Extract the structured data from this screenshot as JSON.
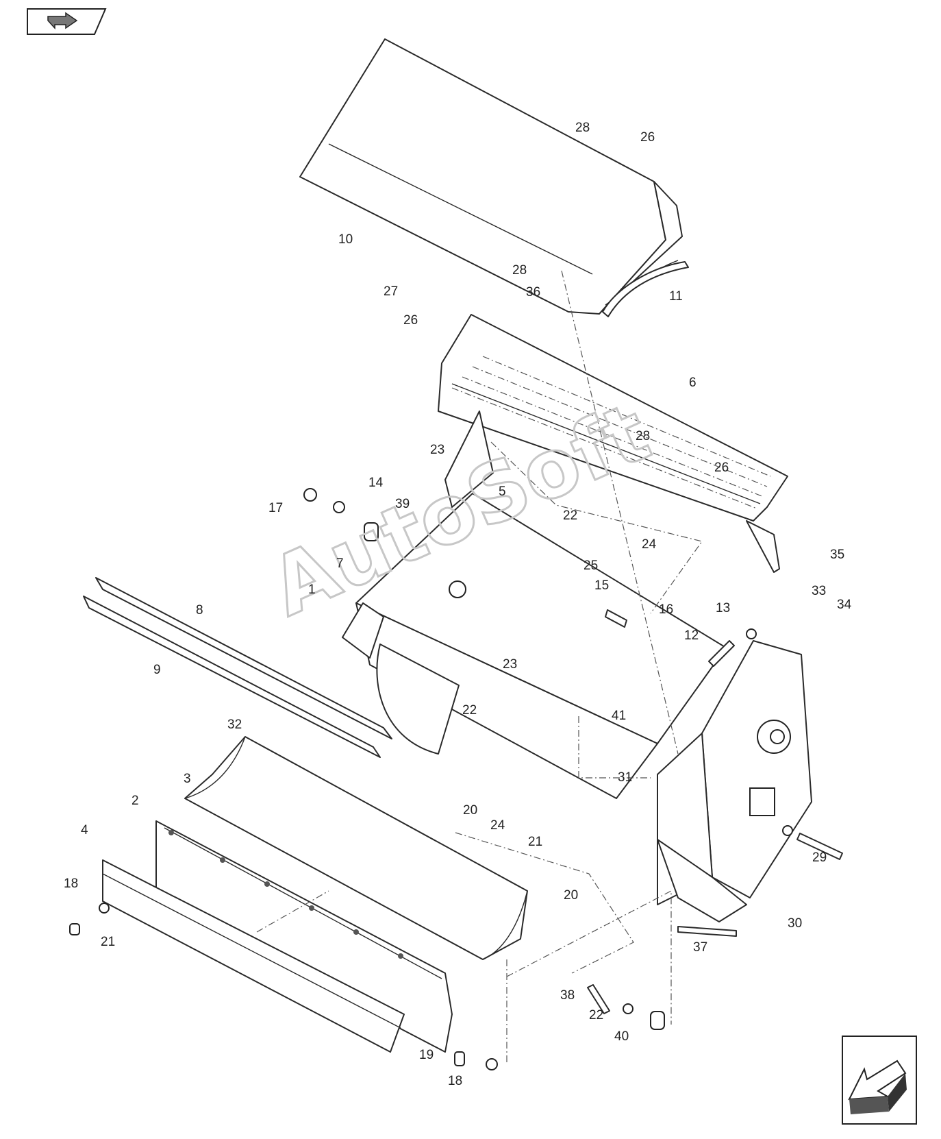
{
  "diagram": {
    "callouts": [
      {
        "id": "c28a",
        "text": "28"
      },
      {
        "id": "c26a",
        "text": "26"
      },
      {
        "id": "c10",
        "text": "10"
      },
      {
        "id": "c28b",
        "text": "28"
      },
      {
        "id": "c27",
        "text": "27"
      },
      {
        "id": "c36",
        "text": "36"
      },
      {
        "id": "c11",
        "text": "11"
      },
      {
        "id": "c26b",
        "text": "26"
      },
      {
        "id": "c6",
        "text": "6"
      },
      {
        "id": "c28c",
        "text": "28"
      },
      {
        "id": "c26c",
        "text": "26"
      },
      {
        "id": "c23a",
        "text": "23"
      },
      {
        "id": "c14",
        "text": "14"
      },
      {
        "id": "c17",
        "text": "17"
      },
      {
        "id": "c39",
        "text": "39"
      },
      {
        "id": "c5",
        "text": "5"
      },
      {
        "id": "c22a",
        "text": "22"
      },
      {
        "id": "c24a",
        "text": "24"
      },
      {
        "id": "c7",
        "text": "7"
      },
      {
        "id": "c25",
        "text": "25"
      },
      {
        "id": "c35",
        "text": "35"
      },
      {
        "id": "c15",
        "text": "15"
      },
      {
        "id": "c33",
        "text": "33"
      },
      {
        "id": "c1",
        "text": "1"
      },
      {
        "id": "c34",
        "text": "34"
      },
      {
        "id": "c16",
        "text": "16"
      },
      {
        "id": "c13",
        "text": "13"
      },
      {
        "id": "c8",
        "text": "8"
      },
      {
        "id": "c12",
        "text": "12"
      },
      {
        "id": "c9",
        "text": "9"
      },
      {
        "id": "c23b",
        "text": "23"
      },
      {
        "id": "c22b",
        "text": "22"
      },
      {
        "id": "c41",
        "text": "41"
      },
      {
        "id": "c32",
        "text": "32"
      },
      {
        "id": "c31",
        "text": "31"
      },
      {
        "id": "c3",
        "text": "3"
      },
      {
        "id": "c2",
        "text": "2"
      },
      {
        "id": "c20a",
        "text": "20"
      },
      {
        "id": "c24b",
        "text": "24"
      },
      {
        "id": "c4",
        "text": "4"
      },
      {
        "id": "c21a",
        "text": "21"
      },
      {
        "id": "c29",
        "text": "29"
      },
      {
        "id": "c20b",
        "text": "20"
      },
      {
        "id": "c18a",
        "text": "18"
      },
      {
        "id": "c21b",
        "text": "21"
      },
      {
        "id": "c30",
        "text": "30"
      },
      {
        "id": "c37",
        "text": "37"
      },
      {
        "id": "c38",
        "text": "38"
      },
      {
        "id": "c22c",
        "text": "22"
      },
      {
        "id": "c40",
        "text": "40"
      },
      {
        "id": "c19",
        "text": "19"
      },
      {
        "id": "c18b",
        "text": "18"
      }
    ]
  },
  "watermark": "AutoSoft",
  "icons": {
    "back": "back-arrow-icon",
    "next": "next-arrow-icon"
  }
}
